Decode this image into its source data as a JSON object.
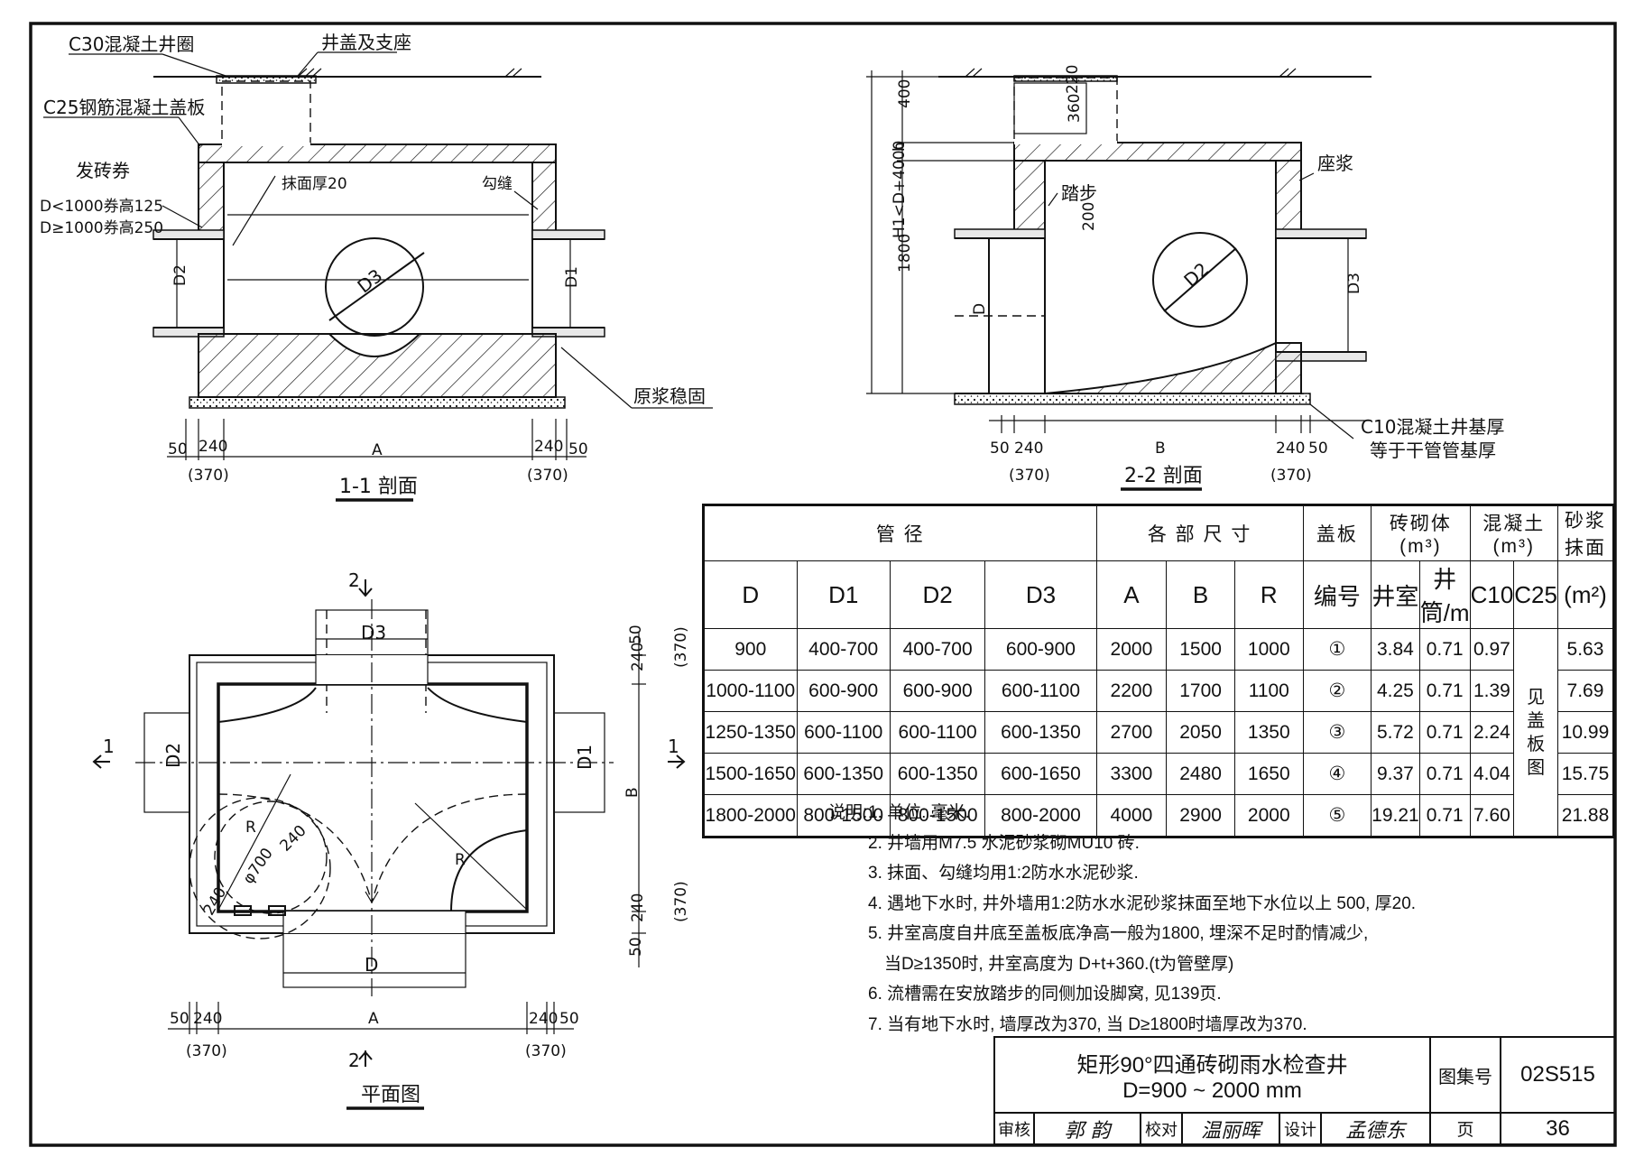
{
  "section_1_1": {
    "title": "1-1 剖面",
    "labels": {
      "c30_ring": "C30混凝土井圈",
      "cover_seat": "井盖及支座",
      "c25_slab": "C25钢筋混凝土盖板",
      "arch": "发砖券",
      "arch_small": "D<1000券高125",
      "arch_large": "D≥1000券高250",
      "plaster": "抹面厚20",
      "pointing": "勾缝",
      "d3": "D3",
      "d2": "D2",
      "d1": "D1",
      "grout": "原浆稳固"
    },
    "dims": {
      "d50": "50",
      "d240": "240",
      "a": "A",
      "d370": "(370)"
    }
  },
  "section_2_2": {
    "title": "2-2 剖面",
    "labels": {
      "d400": "400",
      "h": "h",
      "h1": "H1<D+4000",
      "d1800": "1800",
      "d360": "360",
      "d220": "220",
      "steps": "踏步",
      "d200": "200",
      "seat_grout": "座浆",
      "d2": "D2",
      "d3": "D3",
      "d": "D",
      "c10_base": "C10混凝土井基厚",
      "c10_base2": "等于干管管基厚"
    },
    "dims": {
      "d50": "50",
      "d240": "240",
      "b": "B",
      "d370": "(370)"
    }
  },
  "plan": {
    "title": "平面图",
    "labels": {
      "sec2": "2",
      "sec1": "1",
      "d3": "D3",
      "d2": "D2",
      "d1": "D1",
      "d": "D",
      "b": "B",
      "r": "R",
      "phi700": "φ700",
      "d240": "240",
      "d50": "50",
      "d370": "(370)",
      "a": "A"
    }
  },
  "table": {
    "group_headers": {
      "pipe": "管            径",
      "dims": "各   部   尺   寸",
      "cover": "盖板",
      "brick": "砖砌体(m³)",
      "concrete": "混凝土(m³)",
      "mortar": "砂浆抹面"
    },
    "col_headers": {
      "d": "D",
      "d1": "D1",
      "d2": "D2",
      "d3": "D3",
      "a": "A",
      "b": "B",
      "r": "R",
      "cover_no": "编号",
      "chamber": "井室",
      "shaft": "井筒/m",
      "c10": "C10",
      "c25": "C25",
      "m2": "(m²)"
    },
    "c25_note": "见盖板图",
    "rows": [
      {
        "d": "900",
        "d1": "400-700",
        "d2": "400-700",
        "d3": "600-900",
        "a": "2000",
        "b": "1500",
        "r": "1000",
        "no": "①",
        "chamber": "3.84",
        "shaft": "0.71",
        "c10": "0.97",
        "mortar": "5.63"
      },
      {
        "d": "1000-1100",
        "d1": "600-900",
        "d2": "600-900",
        "d3": "600-1100",
        "a": "2200",
        "b": "1700",
        "r": "1100",
        "no": "②",
        "chamber": "4.25",
        "shaft": "0.71",
        "c10": "1.39",
        "mortar": "7.69"
      },
      {
        "d": "1250-1350",
        "d1": "600-1100",
        "d2": "600-1100",
        "d3": "600-1350",
        "a": "2700",
        "b": "2050",
        "r": "1350",
        "no": "③",
        "chamber": "5.72",
        "shaft": "0.71",
        "c10": "2.24",
        "mortar": "10.99"
      },
      {
        "d": "1500-1650",
        "d1": "600-1350",
        "d2": "600-1350",
        "d3": "600-1650",
        "a": "3300",
        "b": "2480",
        "r": "1650",
        "no": "④",
        "chamber": "9.37",
        "shaft": "0.71",
        "c10": "4.04",
        "mortar": "15.75"
      },
      {
        "d": "1800-2000",
        "d1": "800-1500",
        "d2": "800-1500",
        "d3": "800-2000",
        "a": "4000",
        "b": "2900",
        "r": "2000",
        "no": "⑤",
        "chamber": "19.21",
        "shaft": "0.71",
        "c10": "7.60",
        "mortar": "21.88"
      }
    ]
  },
  "notes": {
    "heading": "说明:",
    "items": [
      "1. 单位: 毫米.",
      "2. 井墙用M7.5 水泥砂浆砌MU10 砖.",
      "3. 抹面、勾缝均用1:2防水水泥砂浆.",
      "4. 遇地下水时, 井外墙用1:2防水水泥砂浆抹面至地下水位以上 500, 厚20.",
      "5. 井室高度自井底至盖板底净高一般为1800, 埋深不足时酌情减少,",
      "当D≥1350时, 井室高度为 D+t+360.(t为管壁厚)",
      "6. 流槽需在安放踏步的同侧加设脚窝, 见139页.",
      "7. 当有地下水时, 墙厚改为370, 当 D≥1800时墙厚改为370."
    ]
  },
  "title_block": {
    "title_line1": "矩形90°四通砖砌雨水检查井",
    "title_line2": "D=900 ~ 2000 mm",
    "atlas_label": "图集号",
    "atlas_no": "02S515",
    "review": "审核",
    "review_sig": "郭 韵",
    "check": "校对",
    "check_sig": "温丽晖",
    "design": "设计",
    "design_sig": "孟德东",
    "page_label": "页",
    "page_no": "36"
  }
}
